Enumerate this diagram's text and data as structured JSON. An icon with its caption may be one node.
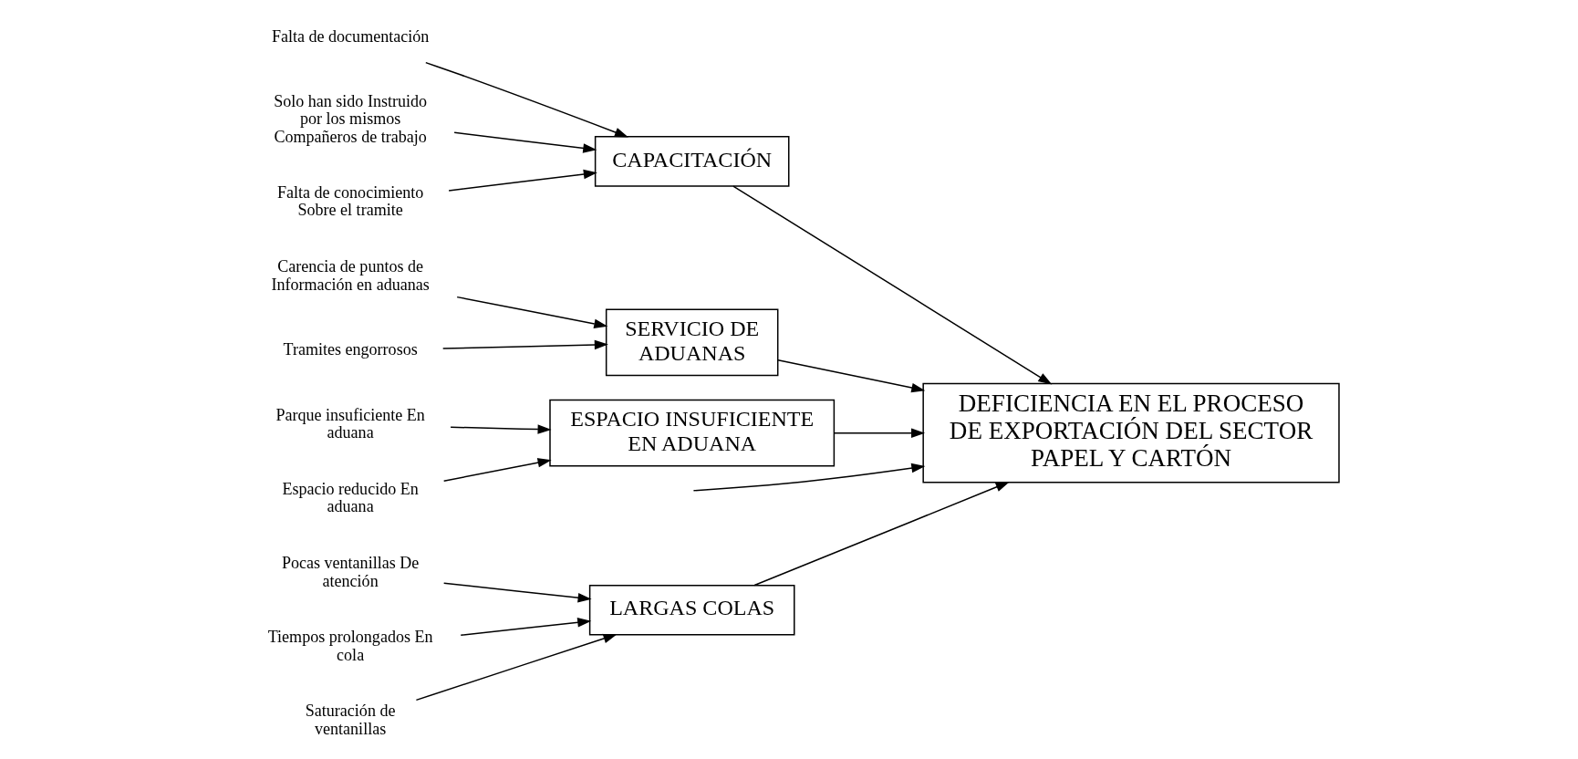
{
  "diagram": {
    "nodes": [
      {
        "text": [
          "LARGAS COLAS"
        ]
      },
      {
        "text": [
          "Pocas ventanillas De atención"
        ]
      },
      {
        "text": [
          "Tiempos prolongados En cola"
        ]
      },
      {
        "text": [
          "Saturación de ventanillas"
        ]
      },
      {
        "text": [
          "CAPACITACIÓN"
        ]
      },
      {
        "text": [
          "Falta de documentación"
        ]
      },
      {
        "text": [
          "Solo han sido Instruido por los mismos Compañeros de trabajo"
        ]
      },
      {
        "text": [
          "Falta de conocimiento Sobre el tramite"
        ]
      },
      {
        "text": [
          "DEFICIENCIA EN EL PROCESO DE EXPORTACIÓN DEL SECTOR PAPEL Y CARTÓN"
        ]
      },
      {
        "text": [
          "Carencia de puntos de Información en aduanas"
        ]
      },
      {
        "text": [
          "Parque insuficiente En aduana"
        ]
      },
      {
        "text": [
          "Espacio reducido En aduana"
        ]
      },
      {
        "text": [
          "Tramites engorrosos"
        ]
      },
      {
        "text": [
          "SERVICIO DE ADUANAS"
        ]
      },
      {
        "text": [
          "ESPACIO INSUFICIENTE EN ADUANA"
        ]
      }
    ],
    "edges": [
      {
        "from": 1,
        "to": 0,
        "arrow": "to"
      },
      {
        "from": 2,
        "to": 0,
        "arrow": "to"
      },
      {
        "from": 3,
        "to": 0,
        "arrow": "to"
      },
      {
        "from": 5,
        "to": 4,
        "arrow": "to"
      },
      {
        "from": 6,
        "to": 4,
        "arrow": "to"
      },
      {
        "from": 7,
        "to": 4,
        "arrow": "to"
      },
      {
        "from": 0,
        "to": 8,
        "arrow": "to"
      },
      {
        "from": 4,
        "to": 8,
        "arrow": "to"
      },
      {
        "from": null,
        "to": 8,
        "arrow": "to"
      },
      {
        "from": 9,
        "to": 13,
        "arrow": "to"
      },
      {
        "from": 10,
        "to": 14,
        "arrow": "to"
      },
      {
        "from": 11,
        "to": 14,
        "arrow": "to"
      },
      {
        "from": 12,
        "to": 13,
        "arrow": "to"
      },
      {
        "from": 13,
        "to": 8,
        "arrow": "to"
      },
      {
        "from": 14,
        "to": 8,
        "arrow": "to"
      }
    ]
  }
}
